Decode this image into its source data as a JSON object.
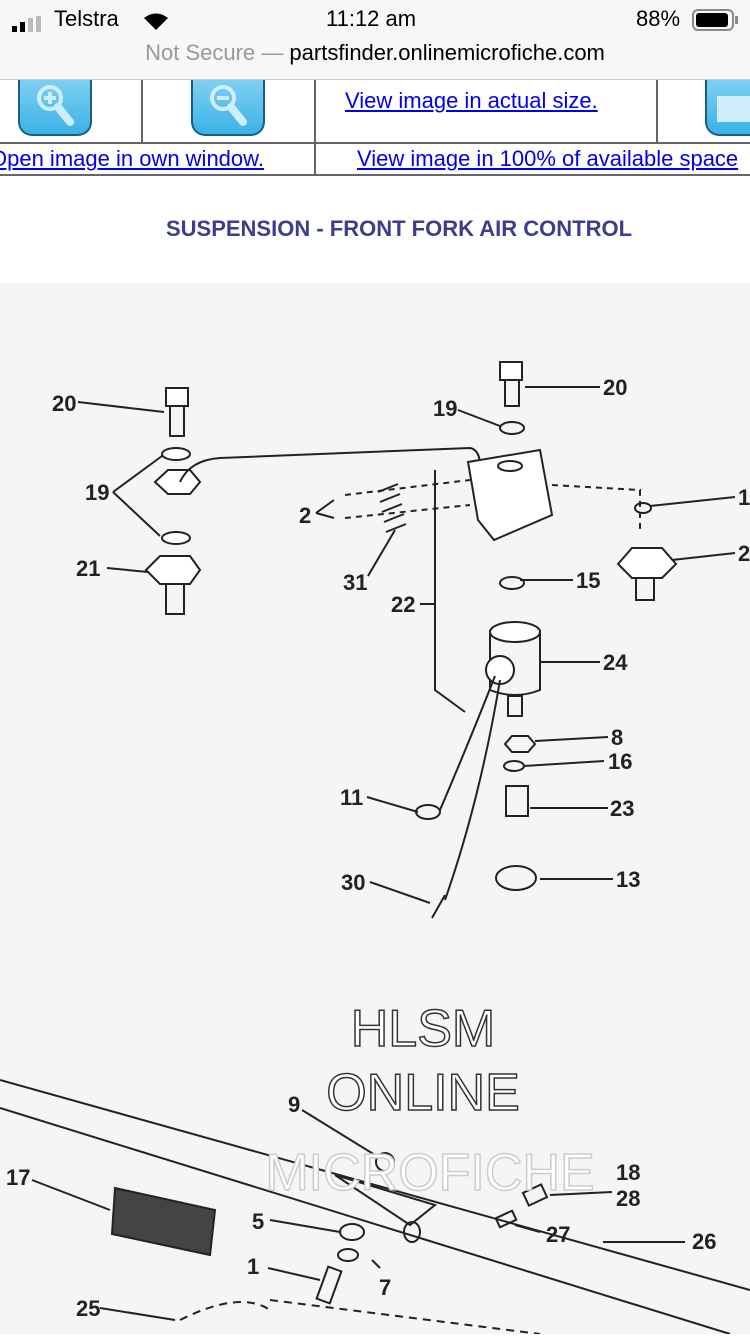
{
  "status": {
    "carrier": "Telstra",
    "time": "11:12 am",
    "battery": "88%"
  },
  "browser": {
    "security": "Not Secure",
    "separator": "—",
    "url": "partsfinder.onlinemicrofiche.com"
  },
  "toolbar": {
    "actual_size": "View image in actual size.",
    "own_window": "Open image in own window.",
    "fit": "View image in 100% of available space"
  },
  "page": {
    "title": "SUSPENSION - FRONT FORK AIR CONTROL"
  },
  "watermark": [
    "HLSM",
    "ONLINE",
    "MICROFICHE"
  ],
  "callouts": [
    "20",
    "19",
    "21",
    "2",
    "31",
    "22",
    "20",
    "19",
    "1",
    "2",
    "15",
    "24",
    "8",
    "16",
    "23",
    "11",
    "13",
    "30",
    "9",
    "17",
    "18",
    "28",
    "5",
    "27",
    "26",
    "1",
    "7",
    "25"
  ]
}
